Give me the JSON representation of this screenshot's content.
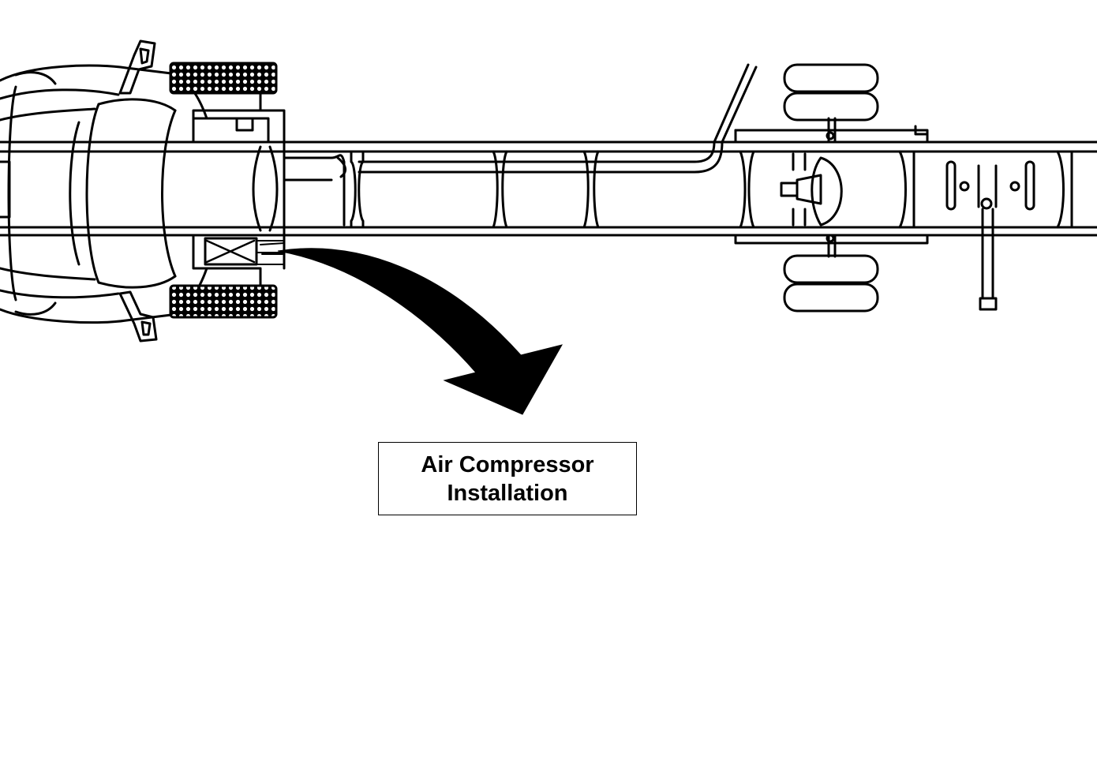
{
  "diagram": {
    "subject": "truck-chassis-top-view",
    "callout": {
      "line1": "Air Compressor",
      "line2": "Installation"
    },
    "colors": {
      "stroke": "#000000",
      "background": "#ffffff",
      "arrow_fill": "#000000"
    }
  }
}
